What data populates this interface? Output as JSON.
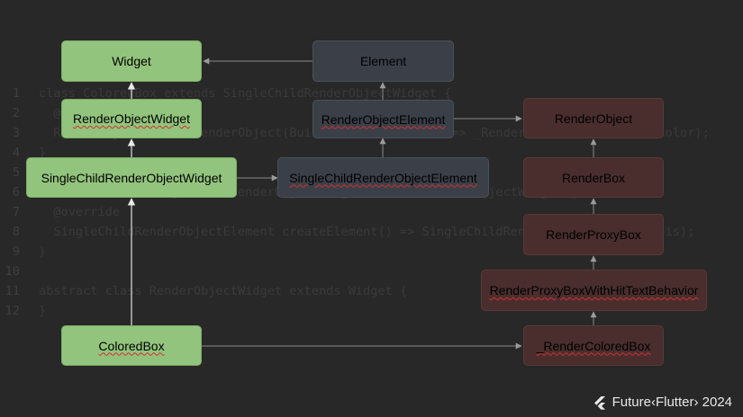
{
  "code_lines": [
    {
      "num": "1",
      "text": "class ColoredBox extends SingleChildRenderObjectWidget {"
    },
    {
      "num": "2",
      "text": "  @override"
    },
    {
      "num": "3",
      "text": "  RenderObject createRenderObject(BuildContext context) => _RenderColoredBox(color: color);"
    },
    {
      "num": "4",
      "text": "}"
    },
    {
      "num": "5",
      "text": ""
    },
    {
      "num": "6",
      "text": "abstract class SingleChildRenderObjectWidget extends RenderObjectWidget {"
    },
    {
      "num": "7",
      "text": "  @override"
    },
    {
      "num": "8",
      "text": "  SingleChildRenderObjectElement createElement() => SingleChildRenderObjectElement(this);"
    },
    {
      "num": "9",
      "text": "}"
    },
    {
      "num": "10",
      "text": ""
    },
    {
      "num": "11",
      "text": "abstract class RenderObjectWidget extends Widget {"
    },
    {
      "num": "12",
      "text": "}"
    }
  ],
  "nodes": {
    "widget": "Widget",
    "render_object_widget": "RenderObjectWidget",
    "single_child_render_object_widget": "SingleChildRenderObjectWidget",
    "colored_box": "ColoredBox",
    "element": "Element",
    "render_object_element": "RenderObjectElement",
    "single_child_render_object_element": "SingleChildRenderObjectElement",
    "render_object": "RenderObject",
    "render_box": "RenderBox",
    "render_proxy_box": "RenderProxyBox",
    "render_proxy_box_with_hit_test_behavior": "RenderProxyBoxWithHitTextBehavior",
    "render_colored_box": "_RenderColoredBox"
  },
  "branding": {
    "text": "Future‹Flutter› 2024",
    "icon": "flutter-logo-icon"
  },
  "colors": {
    "background": "#282828",
    "widget_fill": "#93c47d",
    "element_fill": "#3b4048",
    "render_fill": "#4a2e2e",
    "edge": "#8a8a8a"
  }
}
